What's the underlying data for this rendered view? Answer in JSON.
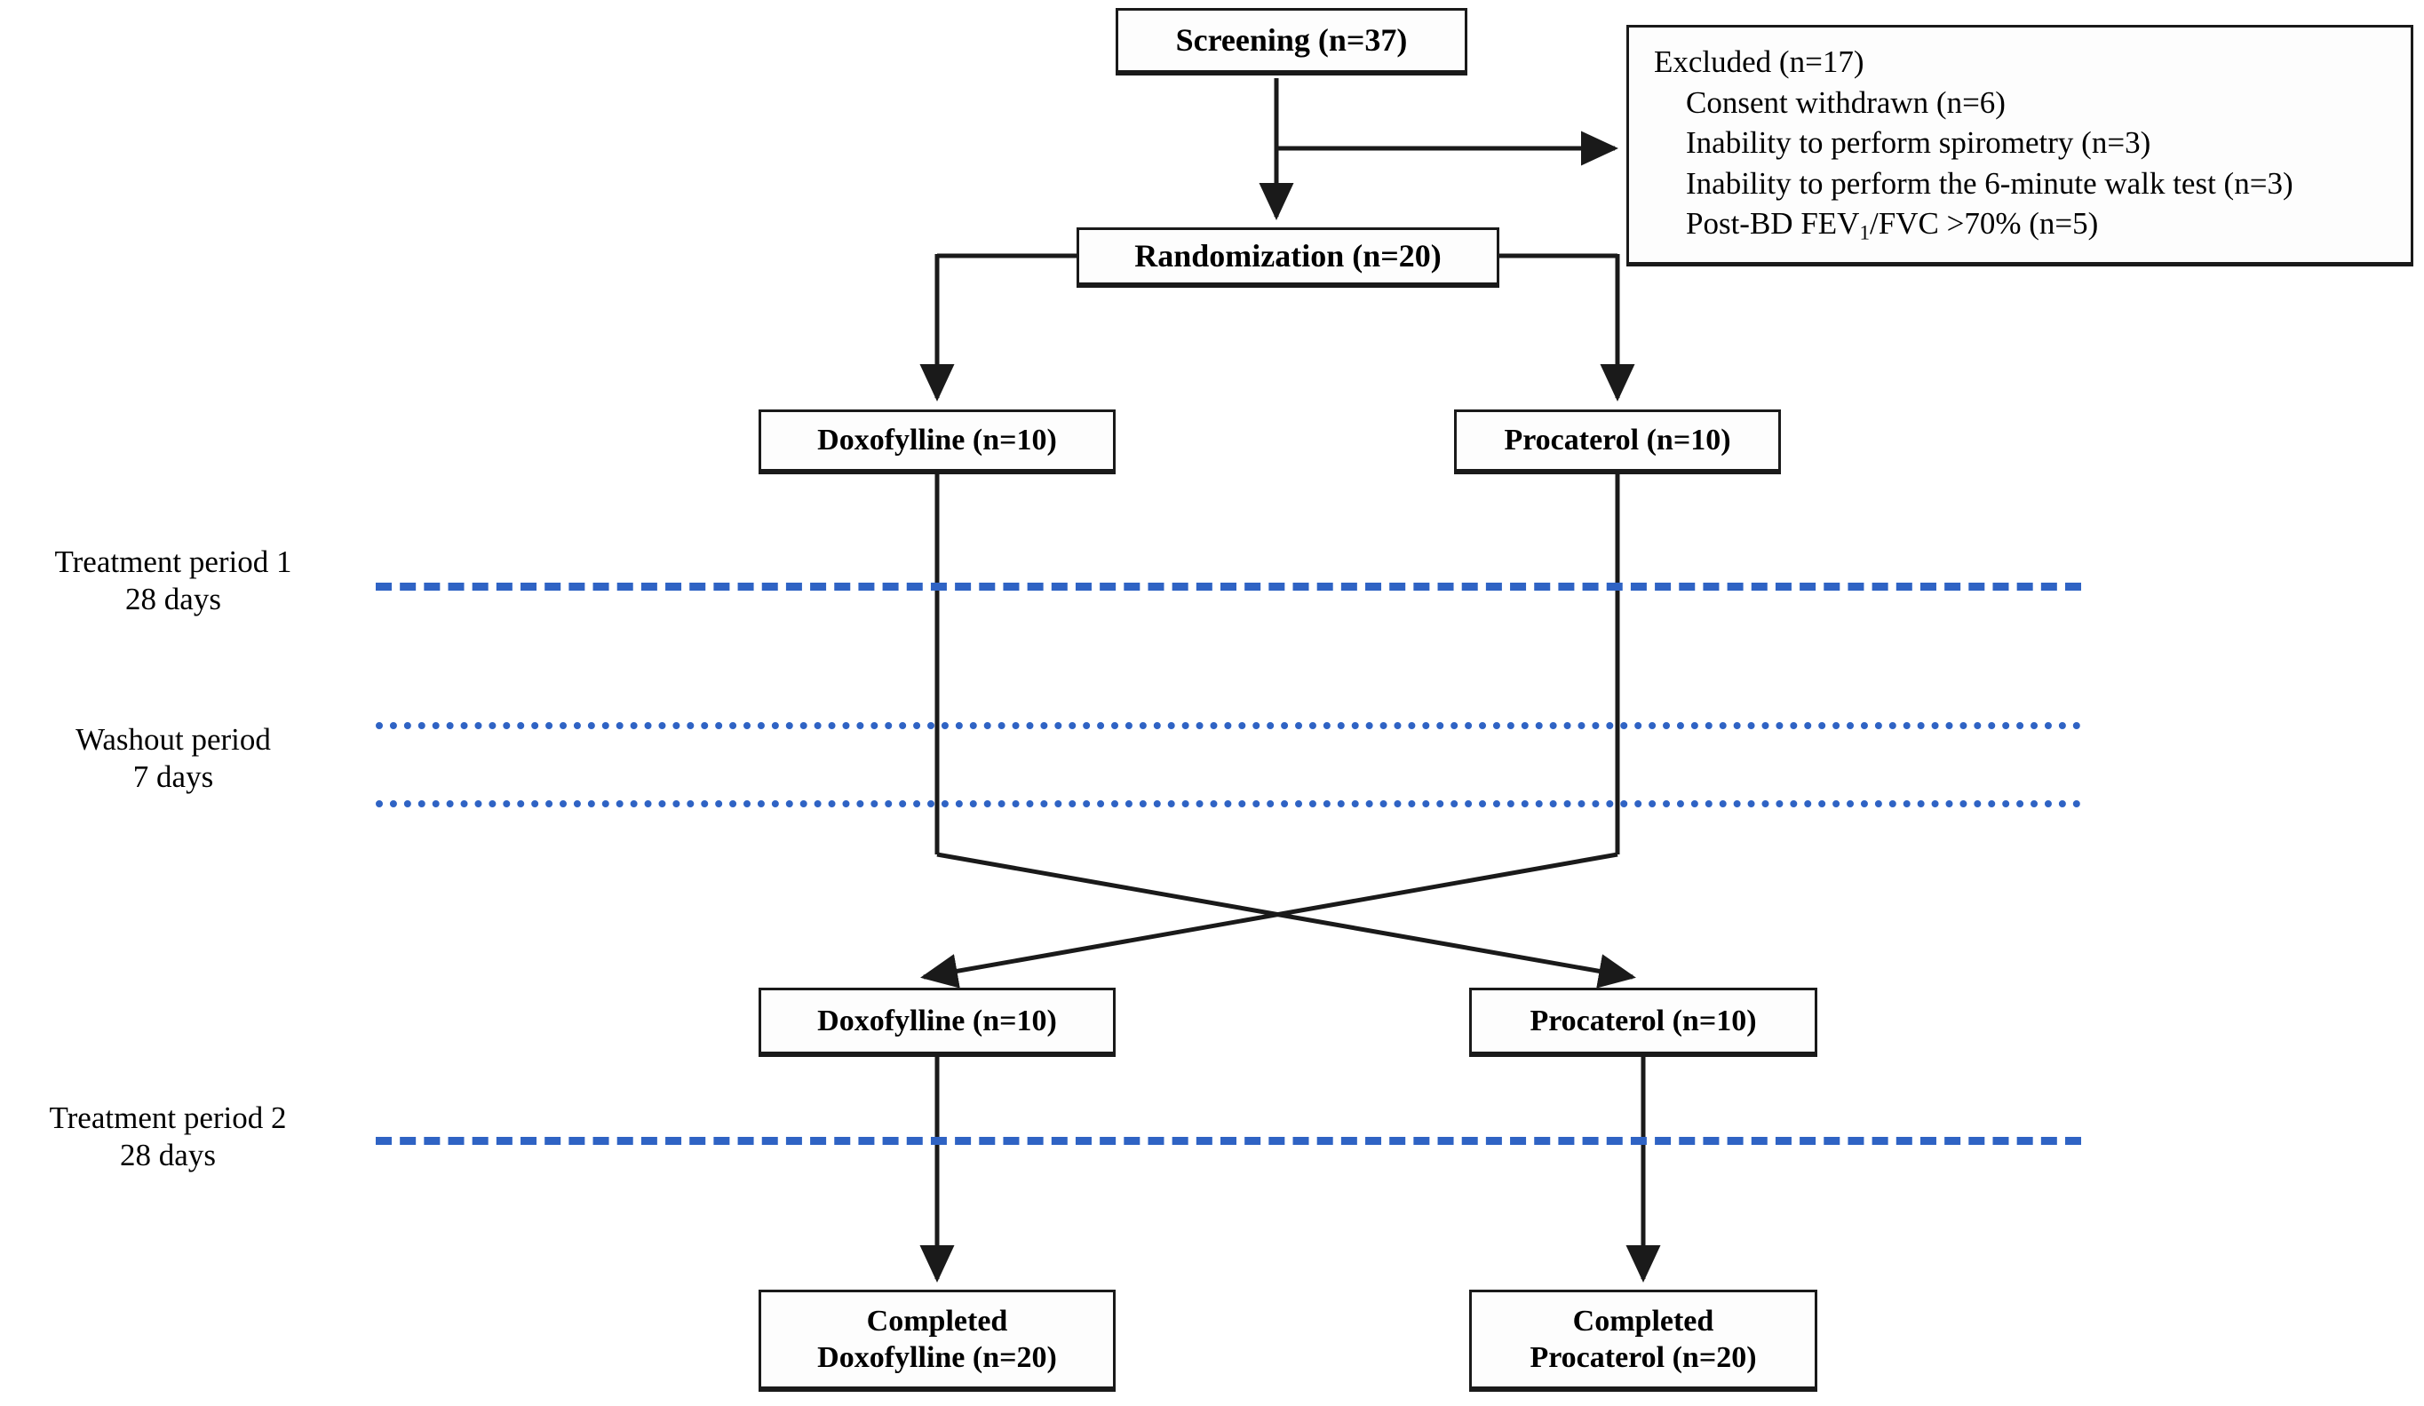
{
  "diagram": {
    "title": "Crossover trial participant flow",
    "accent_color": "#2f63c4",
    "line_color": "#1a1a1a"
  },
  "nodes": {
    "screening": {
      "label": "Screening (n=37)"
    },
    "randomization": {
      "label": "Randomization  (n=20)"
    },
    "excluded": {
      "heading": "Excluded  (n=17)",
      "reasons": [
        "Consent withdrawn  (n=6)",
        "Inability  to perform  spirometry  (n=3)",
        "Inability  to perform the 6-minute  walk test  (n=3)"
      ],
      "reason_fev_prefix": "Post-BD FEV",
      "reason_fev_sub": "1",
      "reason_fev_suffix": "/FVC >70% (n=5)"
    },
    "period1_left": {
      "label": "Doxofylline (n=10)"
    },
    "period1_right": {
      "label": "Procaterol (n=10)"
    },
    "period2_left": {
      "label": "Doxofylline (n=10)"
    },
    "period2_right": {
      "label": "Procaterol (n=10)"
    },
    "completed_left": {
      "line1": "Completed",
      "line2": "Doxofylline (n=20)"
    },
    "completed_right": {
      "line1": "Completed",
      "line2": "Procaterol (n=20)"
    }
  },
  "period_labels": {
    "treatment1": {
      "line1": "Treatment  period 1",
      "line2": "28 days"
    },
    "washout": {
      "line1": "Washout period",
      "line2": "7 days"
    },
    "treatment2": {
      "line1": "Treatment  period 2",
      "line2": "28 days"
    }
  },
  "chart_data": {
    "type": "diagram",
    "subtype": "consort-crossover-flow",
    "title": "CONSORT flow diagram of a 2x2 crossover trial (Doxofylline vs Procaterol)",
    "stages": [
      {
        "id": "screening",
        "label": "Screening",
        "n": 37
      },
      {
        "id": "excluded",
        "label": "Excluded",
        "n": 17,
        "breakdown": [
          {
            "reason": "Consent withdrawn",
            "n": 6
          },
          {
            "reason": "Inability to perform spirometry",
            "n": 3
          },
          {
            "reason": "Inability to perform the 6-minute walk test",
            "n": 3
          },
          {
            "reason": "Post-BD FEV1/FVC >70%",
            "n": 5
          }
        ]
      },
      {
        "id": "randomization",
        "label": "Randomization",
        "n": 20
      },
      {
        "id": "period1_left",
        "label": "Doxofylline",
        "n": 10,
        "period": 1,
        "arm": "left"
      },
      {
        "id": "period1_right",
        "label": "Procaterol",
        "n": 10,
        "period": 1,
        "arm": "right"
      },
      {
        "id": "period2_left",
        "label": "Doxofylline",
        "n": 10,
        "period": 2,
        "arm": "left"
      },
      {
        "id": "period2_right",
        "label": "Procaterol",
        "n": 10,
        "period": 2,
        "arm": "right"
      },
      {
        "id": "completed_left",
        "label": "Completed Doxofylline",
        "n": 20
      },
      {
        "id": "completed_right",
        "label": "Completed Procaterol",
        "n": 20
      }
    ],
    "periods": [
      {
        "name": "Treatment period 1",
        "days": 28,
        "rule_style": "dashed"
      },
      {
        "name": "Washout period",
        "days": 7,
        "rule_style": "dotted"
      },
      {
        "name": "Treatment period 2",
        "days": 28,
        "rule_style": "dashed"
      }
    ],
    "edges": [
      {
        "from": "screening",
        "to": "excluded",
        "type": "arrow"
      },
      {
        "from": "screening",
        "to": "randomization",
        "type": "arrow"
      },
      {
        "from": "randomization",
        "to": "period1_left",
        "type": "arrow"
      },
      {
        "from": "randomization",
        "to": "period1_right",
        "type": "arrow"
      },
      {
        "from": "period1_left",
        "to": "period2_right",
        "type": "crossover-arrow"
      },
      {
        "from": "period1_right",
        "to": "period2_left",
        "type": "crossover-arrow"
      },
      {
        "from": "period2_left",
        "to": "completed_left",
        "type": "arrow"
      },
      {
        "from": "period2_right",
        "to": "completed_right",
        "type": "arrow"
      }
    ]
  }
}
